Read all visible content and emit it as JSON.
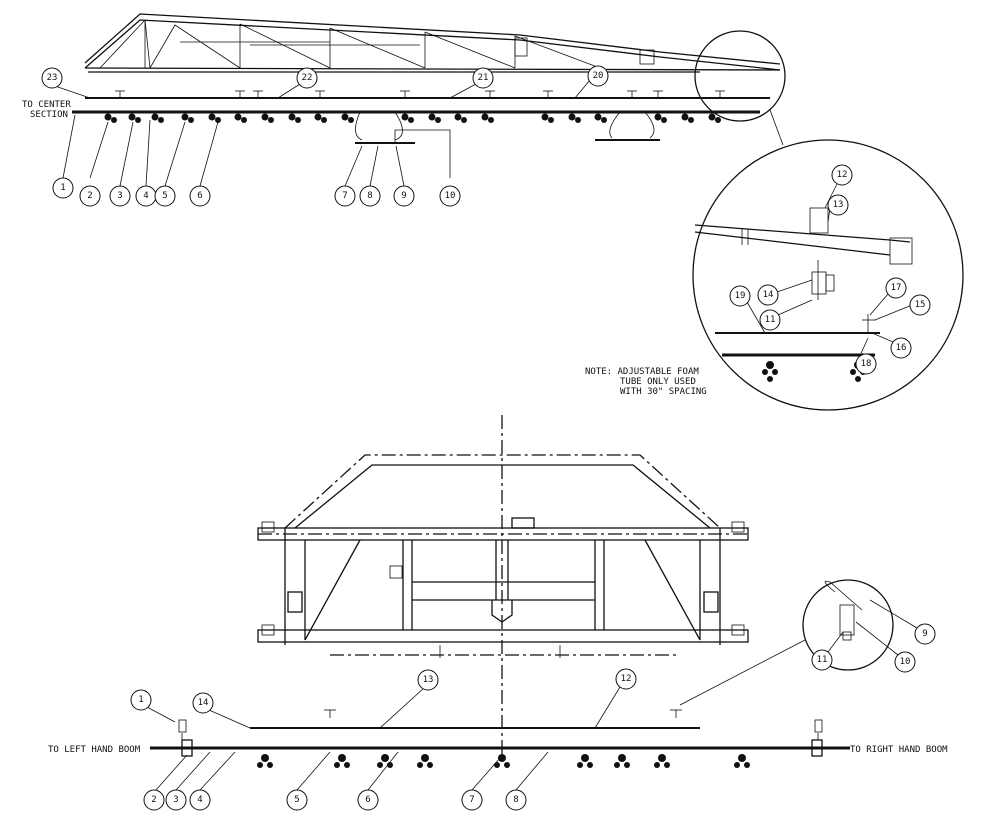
{
  "top_view": {
    "callouts": [
      "1",
      "2",
      "3",
      "4",
      "5",
      "6",
      "7",
      "8",
      "9",
      "10",
      "20",
      "21",
      "22",
      "23"
    ],
    "labels": {
      "to_center_line1": "TO CENTER",
      "to_center_line2": "SECTION"
    }
  },
  "detail_top": {
    "callouts": [
      "11",
      "12",
      "13",
      "14",
      "15",
      "16",
      "17",
      "18",
      "19"
    ],
    "note": {
      "line1": "NOTE: ADJUSTABLE FOAM",
      "line2": "TUBE ONLY USED",
      "line3": "WITH 30\" SPACING"
    }
  },
  "center_view": {
    "callouts": [
      "1",
      "2",
      "3",
      "4",
      "5",
      "6",
      "7",
      "8",
      "9",
      "10",
      "11",
      "12",
      "13",
      "14"
    ],
    "labels": {
      "left": "TO LEFT HAND BOOM",
      "right": "TO RIGHT HAND BOOM"
    }
  }
}
